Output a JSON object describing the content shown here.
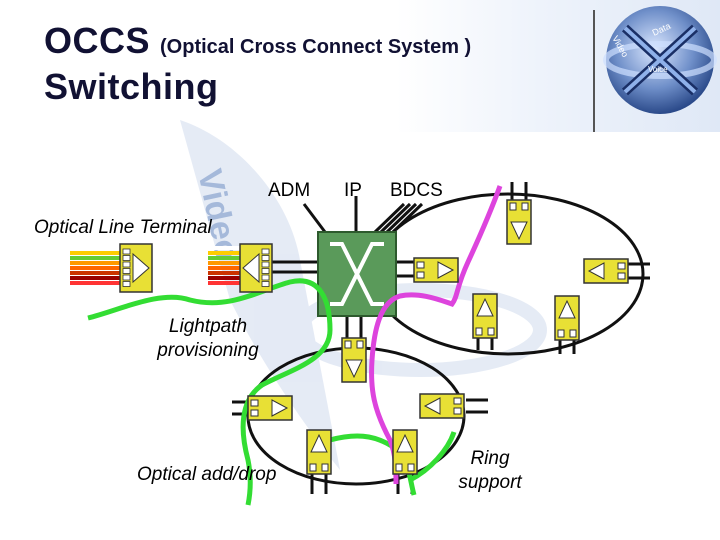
{
  "title": {
    "main": "OCCS",
    "sub": "(Optical Cross Connect System )",
    "line2": "Switching"
  },
  "logo": {
    "video": "Video",
    "data": "Data",
    "voice": "Voice"
  },
  "watermark": {
    "video": "Video"
  },
  "labels": {
    "adm": "ADM",
    "ip": "IP",
    "bdcs": "BDCS",
    "olt": "Optical Line Terminal",
    "lightpath_1": "Lightpath",
    "lightpath_2": "provisioning",
    "adddrop": "Optical add/drop",
    "ring_1": "Ring",
    "ring_2": "support"
  },
  "colors": {
    "title": "#111133",
    "node_fill": "#e8e035",
    "node_stroke": "#333333",
    "switch_fill": "#5a9a5a",
    "green_path": "#33dd33",
    "magenta_path": "#dd44dd",
    "ring_stroke": "#111111",
    "fiber_colors": [
      "#ffffff",
      "#ffcc00",
      "#66cc33",
      "#ff9900",
      "#ff6600",
      "#cc3300",
      "#990000",
      "#ff3333"
    ]
  }
}
